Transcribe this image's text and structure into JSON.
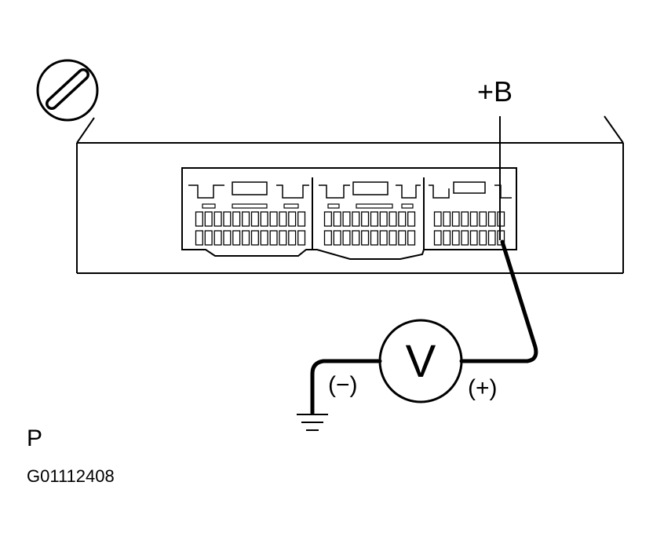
{
  "labels": {
    "supply": "+B",
    "negative": "(−)",
    "positive": "(+)",
    "meter_symbol": "V",
    "view_letter": "P",
    "figure_code": "G01112408"
  },
  "icons": {
    "no_symbol": "prohibited-slash-icon",
    "meter": "voltmeter-icon",
    "ground": "ground-symbol-icon"
  },
  "connectors": [
    {
      "id": "left",
      "top_row_pins": 12,
      "bottom_row_pins": 12
    },
    {
      "id": "middle",
      "top_row_pins": 10,
      "bottom_row_pins": 10
    },
    {
      "id": "right",
      "top_row_pins": 8,
      "bottom_row_pins": 8
    }
  ]
}
